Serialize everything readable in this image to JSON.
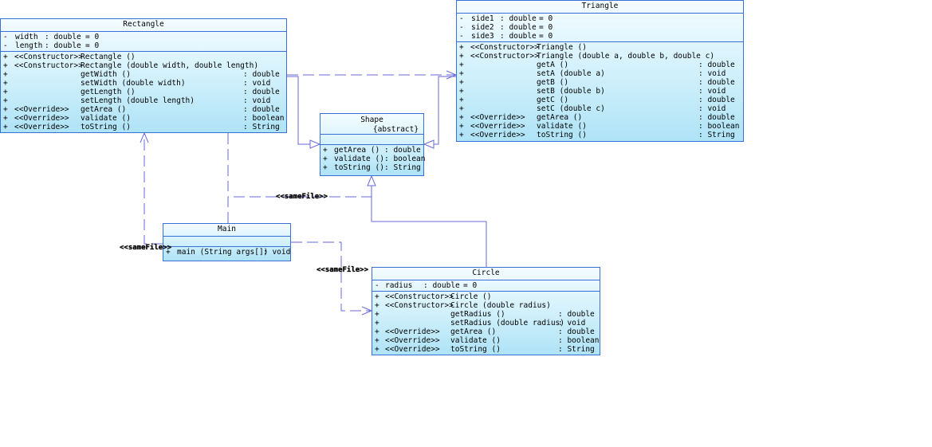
{
  "classes": {
    "rectangle": {
      "name": "Rectangle",
      "attributes": [
        {
          "vis": "-",
          "name": "width",
          "type": ": double",
          "init": "= 0"
        },
        {
          "vis": "-",
          "name": "length",
          "type": ": double",
          "init": "= 0"
        }
      ],
      "operations": [
        {
          "vis": "+",
          "stereo": "<<Constructor>>",
          "sig": "Rectangle ()",
          "ret": ""
        },
        {
          "vis": "+",
          "stereo": "<<Constructor>>",
          "sig": "Rectangle (double width, double length)",
          "ret": ""
        },
        {
          "vis": "+",
          "stereo": "",
          "sig": "getWidth ()",
          "ret": ": double"
        },
        {
          "vis": "+",
          "stereo": "",
          "sig": "setWidth (double width)",
          "ret": ": void"
        },
        {
          "vis": "+",
          "stereo": "",
          "sig": "getLength ()",
          "ret": ": double"
        },
        {
          "vis": "+",
          "stereo": "",
          "sig": "setLength (double length)",
          "ret": ": void"
        },
        {
          "vis": "+",
          "stereo": "<<Override>>",
          "sig": "getArea ()",
          "ret": ": double"
        },
        {
          "vis": "+",
          "stereo": "<<Override>>",
          "sig": "validate ()",
          "ret": ": boolean"
        },
        {
          "vis": "+",
          "stereo": "<<Override>>",
          "sig": "toString ()",
          "ret": ": String"
        }
      ]
    },
    "triangle": {
      "name": "Triangle",
      "attributes": [
        {
          "vis": "-",
          "name": "side1",
          "type": ": double",
          "init": "= 0"
        },
        {
          "vis": "-",
          "name": "side2",
          "type": ": double",
          "init": "= 0"
        },
        {
          "vis": "-",
          "name": "side3",
          "type": ": double",
          "init": "= 0"
        }
      ],
      "operations": [
        {
          "vis": "+",
          "stereo": "<<Constructor>>",
          "sig": "Triangle ()",
          "ret": ""
        },
        {
          "vis": "+",
          "stereo": "<<Constructor>>",
          "sig": "Triangle (double a, double b, double c)",
          "ret": ""
        },
        {
          "vis": "+",
          "stereo": "",
          "sig": "getA ()",
          "ret": ": double"
        },
        {
          "vis": "+",
          "stereo": "",
          "sig": "setA (double a)",
          "ret": ": void"
        },
        {
          "vis": "+",
          "stereo": "",
          "sig": "getB ()",
          "ret": ": double"
        },
        {
          "vis": "+",
          "stereo": "",
          "sig": "setB (double b)",
          "ret": ": void"
        },
        {
          "vis": "+",
          "stereo": "",
          "sig": "getC ()",
          "ret": ": double"
        },
        {
          "vis": "+",
          "stereo": "",
          "sig": "setC (double c)",
          "ret": ": void"
        },
        {
          "vis": "+",
          "stereo": "<<Override>>",
          "sig": "getArea ()",
          "ret": ": double"
        },
        {
          "vis": "+",
          "stereo": "<<Override>>",
          "sig": "validate ()",
          "ret": ": boolean"
        },
        {
          "vis": "+",
          "stereo": "<<Override>>",
          "sig": "toString ()",
          "ret": ": String"
        }
      ]
    },
    "shape": {
      "name": "Shape",
      "stereotype": "{abstract}",
      "operations": [
        {
          "vis": "+",
          "sig": "getArea ()",
          "ret": ": double"
        },
        {
          "vis": "+",
          "sig": "validate ()",
          "ret": ": boolean"
        },
        {
          "vis": "+",
          "sig": "toString ()",
          "ret": ": String"
        }
      ]
    },
    "main": {
      "name": "Main",
      "operations": [
        {
          "vis": "+",
          "sig": "main (String args[])",
          "ret": ": void"
        }
      ]
    },
    "circle": {
      "name": "Circle",
      "attributes": [
        {
          "vis": "-",
          "name": "radius",
          "type": ": double",
          "init": "= 0"
        }
      ],
      "operations": [
        {
          "vis": "+",
          "stereo": "<<Constructor>>",
          "sig": "Circle ()",
          "ret": ""
        },
        {
          "vis": "+",
          "stereo": "<<Constructor>>",
          "sig": "Circle (double radius)",
          "ret": ""
        },
        {
          "vis": "+",
          "stereo": "",
          "sig": "getRadius ()",
          "ret": ": double"
        },
        {
          "vis": "+",
          "stereo": "",
          "sig": "setRadius (double radius)",
          "ret": ": void"
        },
        {
          "vis": "+",
          "stereo": "<<Override>>",
          "sig": "getArea ()",
          "ret": ": double"
        },
        {
          "vis": "+",
          "stereo": "<<Override>>",
          "sig": "validate ()",
          "ret": ": boolean"
        },
        {
          "vis": "+",
          "stereo": "<<Override>>",
          "sig": "toString ()",
          "ret": ": String"
        }
      ]
    }
  },
  "labels": {
    "samefile_shape": "<<sameFile>>",
    "samefile_rect": "<<sameFile>>",
    "samefile_circle": "<<sameFile>>"
  },
  "colors": {
    "line": "#6a6ad8",
    "border": "#3a6fd8"
  }
}
